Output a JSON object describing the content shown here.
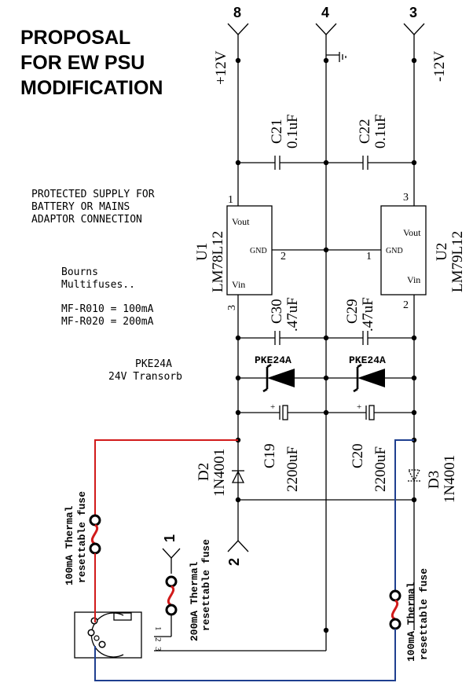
{
  "title": {
    "line1": "PROPOSAL",
    "line2": "FOR EW PSU",
    "line3": "MODIFICATION"
  },
  "description": {
    "line1": "PROTECTED SUPPLY FOR",
    "line2": "BATTERY OR MAINS",
    "line3": "ADAPTOR CONNECTION"
  },
  "fuse_note": {
    "line1": "Bourns",
    "line2": "Multifuses..",
    "line3": "MF-R010 = 100mA",
    "line4": "MF-R020 = 200mA"
  },
  "transorb_note": {
    "line1": "PKE24A",
    "line2": "24V Transorb"
  },
  "terminals": {
    "t8": "8",
    "t4": "4",
    "t3": "3",
    "t2": "2",
    "t1": "1"
  },
  "rails": {
    "pos": "+12V",
    "neg": "-12V"
  },
  "capacitors": {
    "c21_name": "C21",
    "c21_value": "0.1uF",
    "c22_name": "C22",
    "c22_value": "0.1uF",
    "c30_name": "C30",
    "c30_value": ".47uF",
    "c29_name": "C29",
    "c29_value": ".47uF",
    "c19_name": "C19",
    "c19_value": "2200uF",
    "c20_name": "C20",
    "c20_value": "2200uF"
  },
  "regulators": {
    "u1_name": "U1",
    "u1_part": "LM78L12",
    "u2_name": "U2",
    "u2_part": "LM79L12",
    "pin_vout": "Vout",
    "pin_gnd": "GND",
    "pin_vin": "Vin",
    "u1_pin_out": "1",
    "u1_pin_gnd": "2",
    "u1_pin_in": "3",
    "u2_pin_out": "3",
    "u2_pin_gnd": "1",
    "u2_pin_in": "2"
  },
  "transorbs": {
    "left": "PKE24A",
    "right": "PKE24A"
  },
  "diodes": {
    "d2_name": "D2",
    "d2_part": "1N4001",
    "d3_name": "D3",
    "d3_part": "1N4001"
  },
  "fuses": {
    "left_a": "100mA Thermal",
    "left_b": "resettable fuse",
    "mid_a": "200mA Thermal",
    "mid_b": "resettable fuse",
    "right_a": "100mA Thermal",
    "right_b": "resettable fuse"
  },
  "connector": {
    "p1": "1",
    "p2": "2",
    "p3": "3"
  },
  "colors": {
    "wire": "#000000",
    "positive_lead": "#d11a1a",
    "negative_lead": "#1f3f8f",
    "fuse_element": "#d11a1a"
  }
}
